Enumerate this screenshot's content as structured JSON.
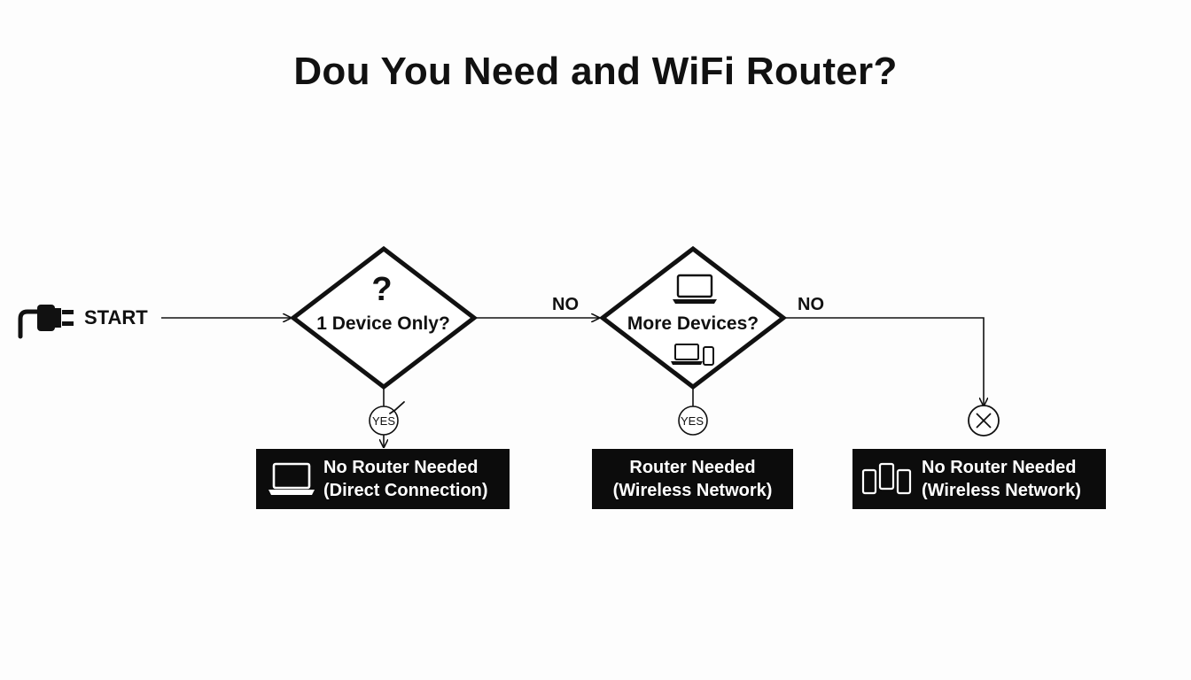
{
  "title": "Dou You Need and WiFi Router?",
  "start": {
    "label": "START",
    "icon": "plug-icon"
  },
  "decisions": [
    {
      "label": "1 Device Only?",
      "icon": "question-mark-icon",
      "symbol": "?"
    },
    {
      "label": "More Devices?",
      "icons": [
        "laptop-icon",
        "laptop-phone-icon"
      ]
    }
  ],
  "edges": {
    "no_1": "NO",
    "no_2": "NO",
    "yes_1": "YES",
    "yes_2": "YES"
  },
  "outcomes": [
    {
      "line1": "No Router Needed",
      "line2": "(Direct Connection)",
      "icon": "laptop-icon"
    },
    {
      "line1": "Router Needed",
      "line2": "(Wireless Network)"
    },
    {
      "line1": "No Router Needed",
      "line2": "(Wireless Network)",
      "icon": "phones-icon"
    }
  ],
  "colors": {
    "background": "#fdfdfd",
    "ink": "#111111",
    "box": "#0c0c0c",
    "box_text": "#ffffff"
  }
}
